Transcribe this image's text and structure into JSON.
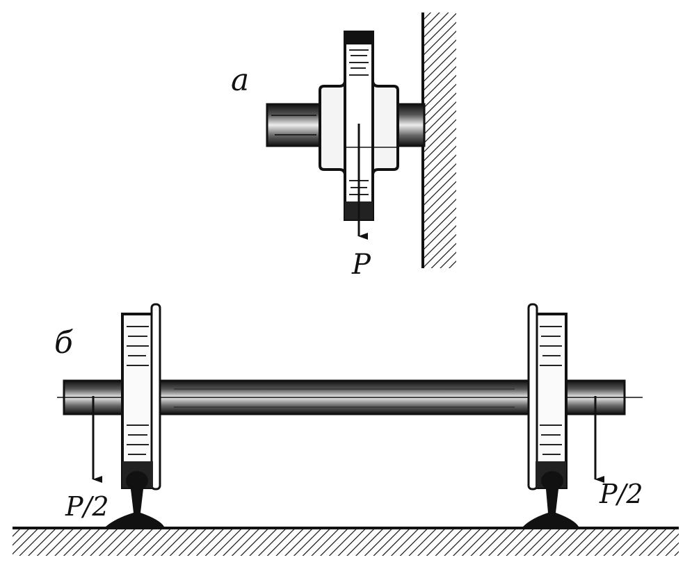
{
  "figure": {
    "panel_a": {
      "label": "a",
      "force_label": "P"
    },
    "panel_b": {
      "label": "б",
      "force_left_label": "P/2",
      "force_right_label": "P/2"
    }
  },
  "colors": {
    "ink": "#111111",
    "paper": "#ffffff"
  }
}
